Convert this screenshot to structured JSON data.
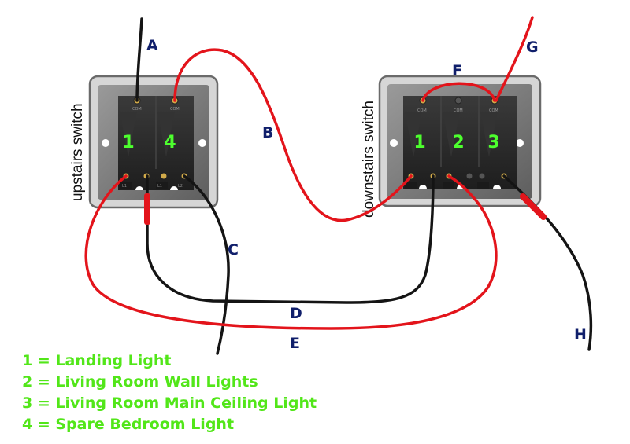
{
  "colors": {
    "wire_red": "#e3141b",
    "wire_black": "#141414",
    "label_navy": "#101f6b",
    "legend_green": "#52e619",
    "gang_number": "#4dff2e",
    "plate_outer": "#d9d9d9",
    "plate_inner": "#7a7a7a",
    "switch_body": "#2b2b2b",
    "terminal": "#c9a24a"
  },
  "switches": [
    {
      "id": "upstairs",
      "label": "upstairs switch",
      "gangs": [
        "1",
        "4"
      ]
    },
    {
      "id": "downstairs",
      "label": "downstairs switch",
      "gangs": [
        "1",
        "2",
        "3"
      ]
    }
  ],
  "terminal_text": {
    "com": "COM",
    "l1": "L1",
    "l2": "L2"
  },
  "wires": [
    {
      "id": "A",
      "color": "black"
    },
    {
      "id": "B",
      "color": "red"
    },
    {
      "id": "C",
      "color": "black"
    },
    {
      "id": "D",
      "color": "black"
    },
    {
      "id": "E",
      "color": "red"
    },
    {
      "id": "F",
      "color": "red"
    },
    {
      "id": "G",
      "color": "red"
    },
    {
      "id": "H",
      "color": "black"
    }
  ],
  "legend": [
    "1 = Landing Light",
    "2 = Living Room Wall Lights",
    "3 = Living Room Main Ceiling Light",
    "4 = Spare Bedroom Light"
  ]
}
